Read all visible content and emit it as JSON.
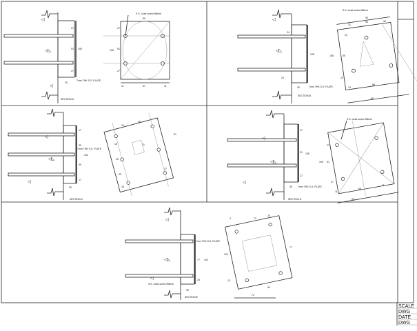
{
  "drawing": {
    "panels": [
      {
        "name": "detail-1",
        "plate_note": "7mm THK S.S. PLATE",
        "screw_note": "S.S. Lead screw M6mm",
        "section_label": "SECTION-A",
        "section_dims": [
          "27",
          "51",
          "27",
          "105"
        ],
        "width_dim": "30",
        "plan_dims_v": [
          "27",
          "51",
          "27",
          "105"
        ],
        "plan_dims_h": [
          "11",
          "67",
          "11"
        ],
        "plan_top": "89"
      },
      {
        "name": "detail-2",
        "plate_note": "7mm THK S.S. PLATE",
        "screw_note": "S.S. Lead screw M6mm",
        "section_label": "SECTION-B",
        "section_dims": [
          "24",
          "24",
          "108"
        ],
        "width_dim": "30",
        "plan_dims_v": [
          "24",
          "55",
          "24",
          "108"
        ],
        "plan_dims_h": [
          "31",
          "53",
          "32",
          "13",
          "68",
          "96"
        ],
        "plan_top": "93"
      },
      {
        "name": "detail-3",
        "plate_note": "7mm THK S.S. PLATE",
        "section_label": "SECTION-C",
        "section_dims": [
          "17",
          "35",
          "35",
          "17",
          "104"
        ],
        "width_dim": "30",
        "plan_dims_v": [
          "16",
          "35",
          "35",
          "16"
        ],
        "plan_dims_h": [
          "16",
          "55",
          "21",
          "51",
          "37"
        ]
      },
      {
        "name": "detail-4",
        "plate_note": "7mm THK S.S. PLATE",
        "screw_note": "S.S. Lead screw M6mm",
        "section_label": "SECTION-D",
        "section_dims": [
          "27",
          "51",
          "27",
          "105"
        ],
        "width_dim": "30",
        "plan_dims_v": [
          "27",
          "51",
          "27",
          "105"
        ],
        "plan_dims_h": [
          "11",
          "68",
          "11",
          "90"
        ]
      },
      {
        "name": "detail-5",
        "plate_note": "7mm THK S.S. PLATE",
        "screw_note": "S.S. Lead screw M6mm",
        "section_label": "SECTION-E",
        "section_dims": [
          "77",
          "25",
          "102"
        ],
        "width_dim": "30",
        "plan_dims_v": [
          "102",
          "77",
          "13"
        ],
        "plan_dims_h": [
          "4",
          "72",
          "20",
          "99",
          "72"
        ]
      }
    ],
    "title_block": {
      "scale": "SCALE",
      "dwg_by": "DWG",
      "date": "DATE",
      "dwg_no": "DWG"
    }
  }
}
